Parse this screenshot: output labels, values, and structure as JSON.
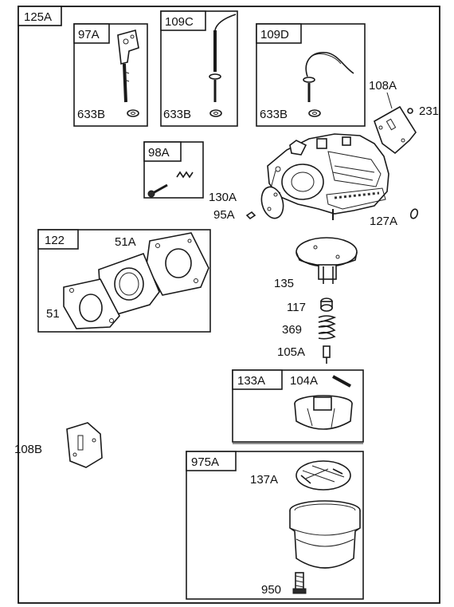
{
  "kit_box": {
    "label": "125A"
  },
  "boxes": {
    "b97A": {
      "label": "97A",
      "washer": "633B"
    },
    "b109C": {
      "label": "109C",
      "washer": "633B"
    },
    "b109D": {
      "label": "109D",
      "washer": "633B"
    },
    "b98A": {
      "label": "98A"
    },
    "b122": {
      "label": "122",
      "gasket_left": "51",
      "gasket_right": "51A"
    },
    "b133A": {
      "label": "133A",
      "pin": "104A"
    },
    "b975A": {
      "label": "975A",
      "filter": "137A",
      "screw": "950"
    }
  },
  "parts": {
    "p108A": "108A",
    "p231": "231",
    "p130A": "130A",
    "p95A": "95A",
    "p127A": "127A",
    "p135": "135",
    "p117": "117",
    "p369": "369",
    "p105A": "105A",
    "p108B": "108B"
  }
}
